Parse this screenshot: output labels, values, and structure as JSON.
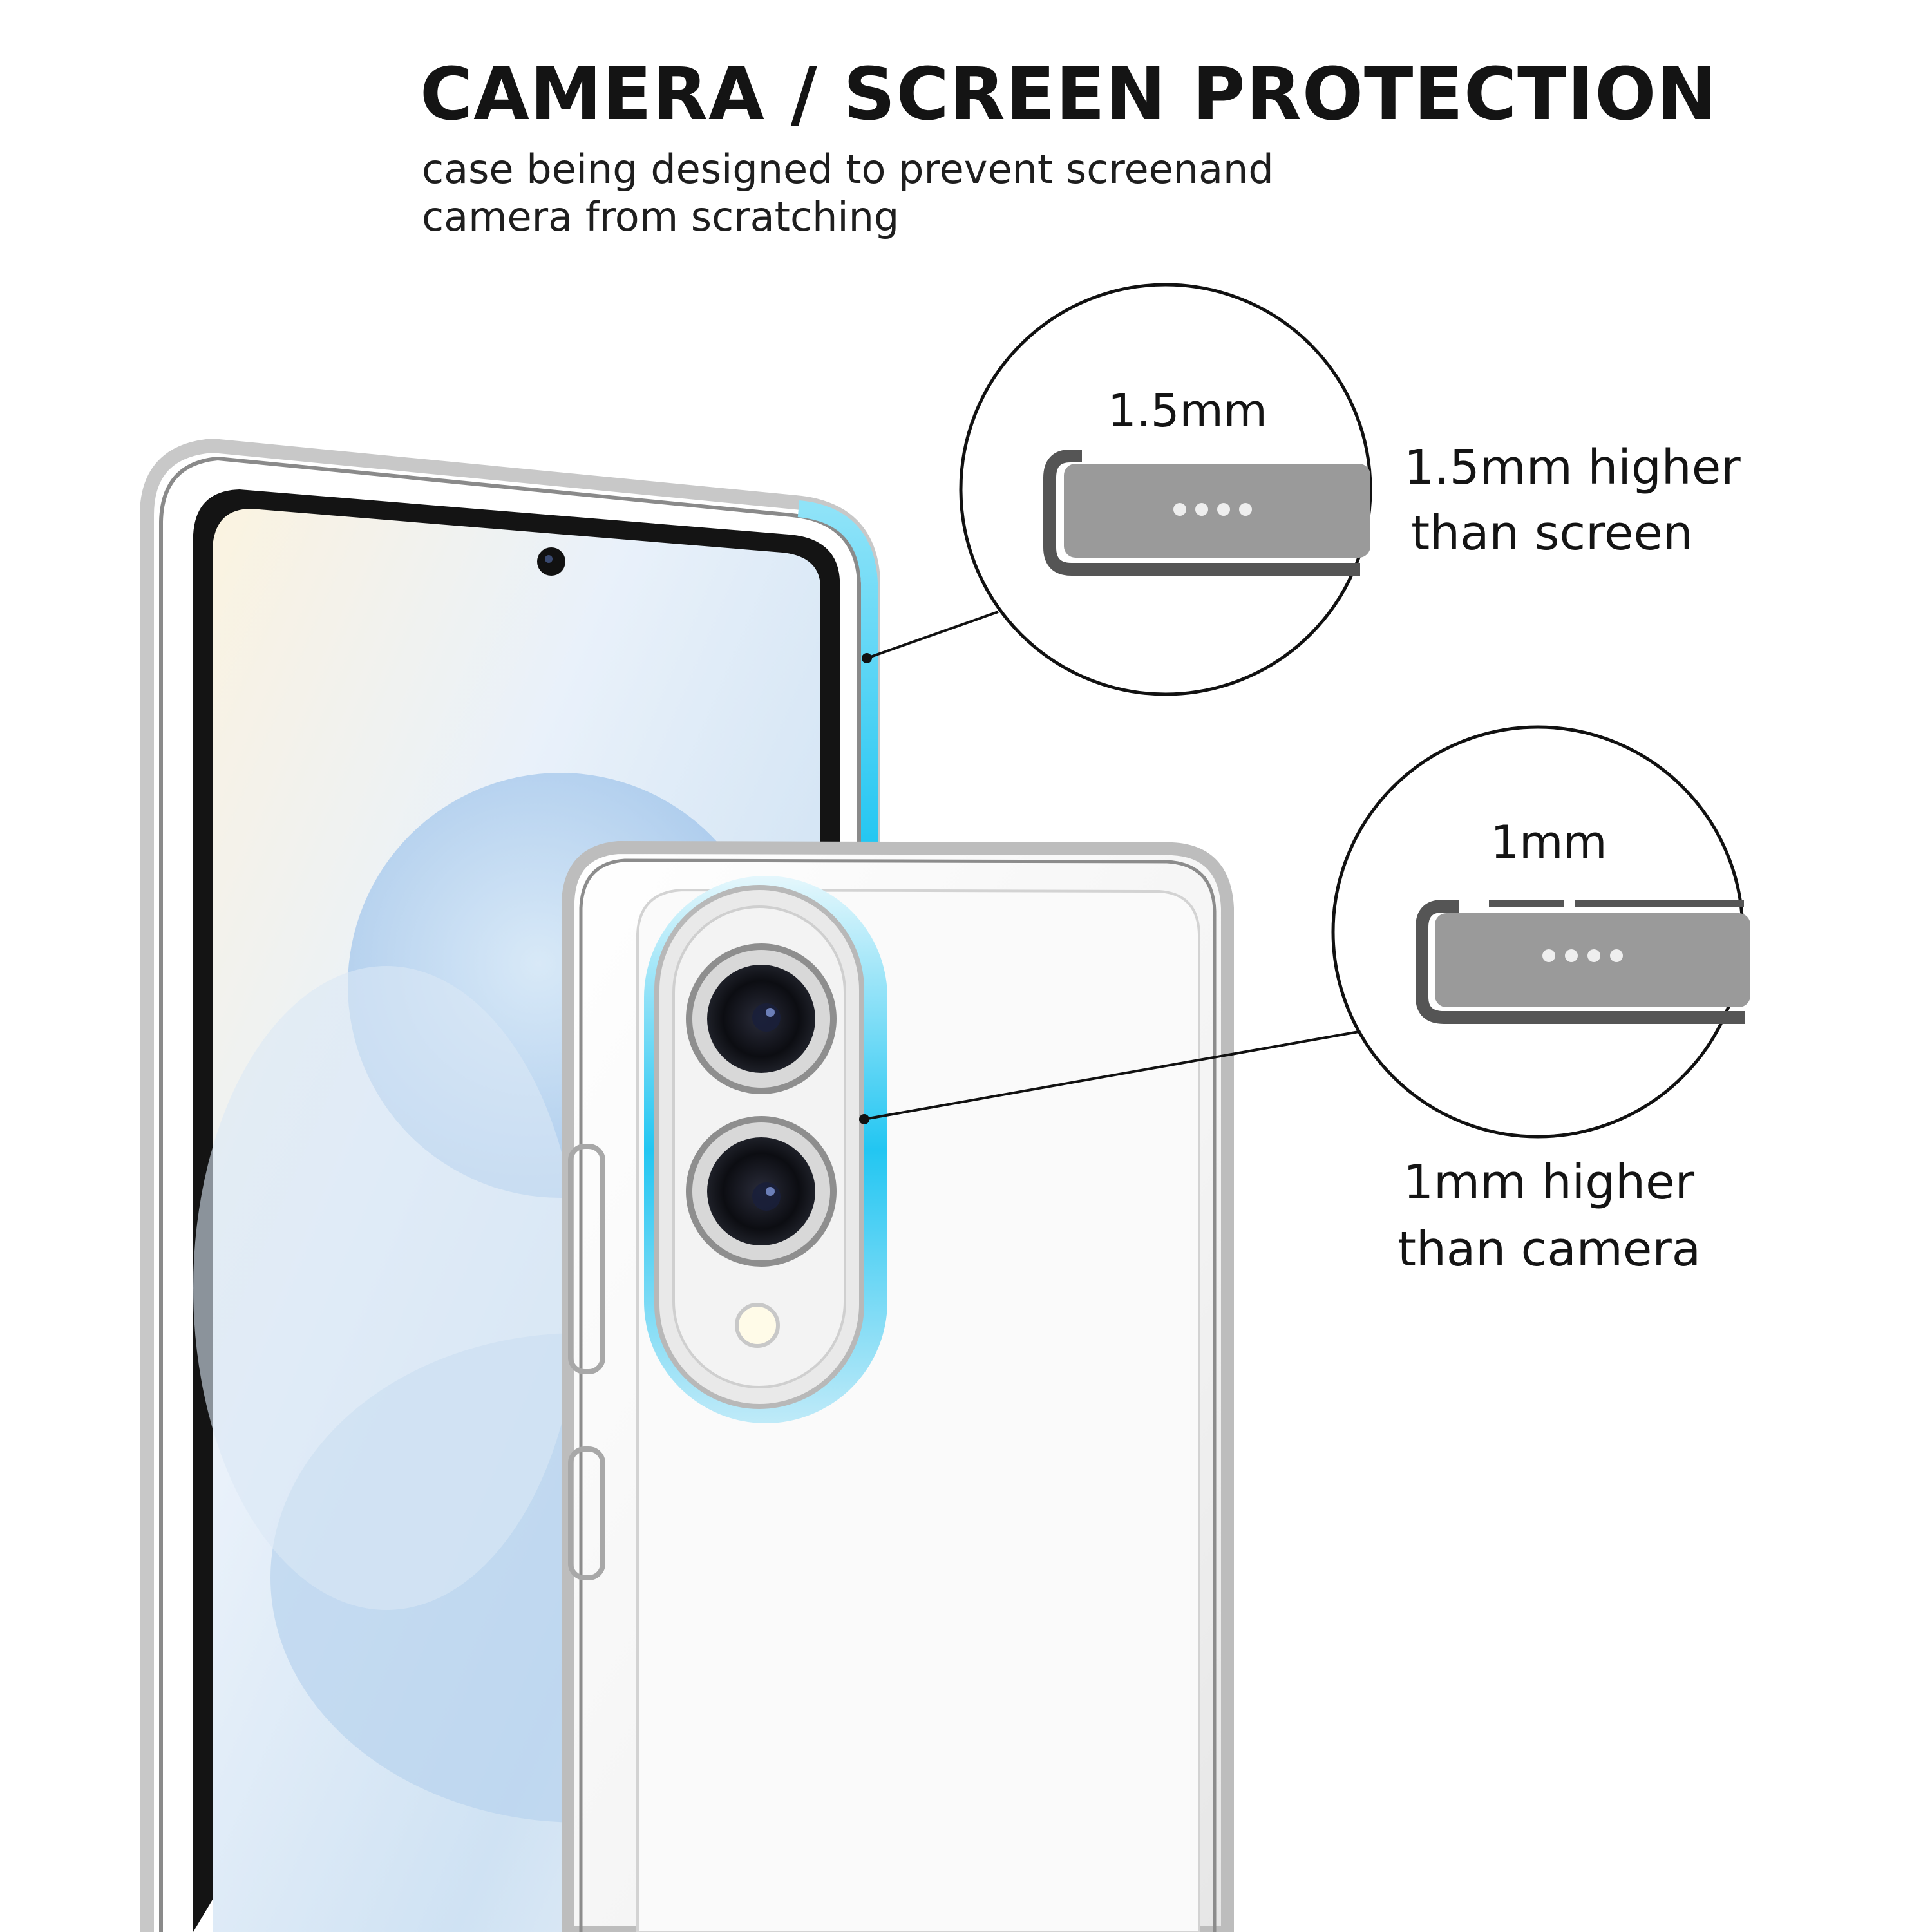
{
  "header": {
    "title": "CAMERA / SCREEN PROTECTION",
    "subtitle_line1": "case being designed to prevent screenand",
    "subtitle_line2": "camera from scratching"
  },
  "callouts": [
    {
      "dimension": "1.5mm",
      "caption_line1": "1.5mm higher",
      "caption_line2": "than screen"
    },
    {
      "dimension": "1mm",
      "caption_line1": "1mm higher",
      "caption_line2": "than camera"
    }
  ],
  "colors": {
    "accent_cyan": "#22c6f2",
    "lip_gray": "#9a9a9a",
    "text": "#141414"
  }
}
